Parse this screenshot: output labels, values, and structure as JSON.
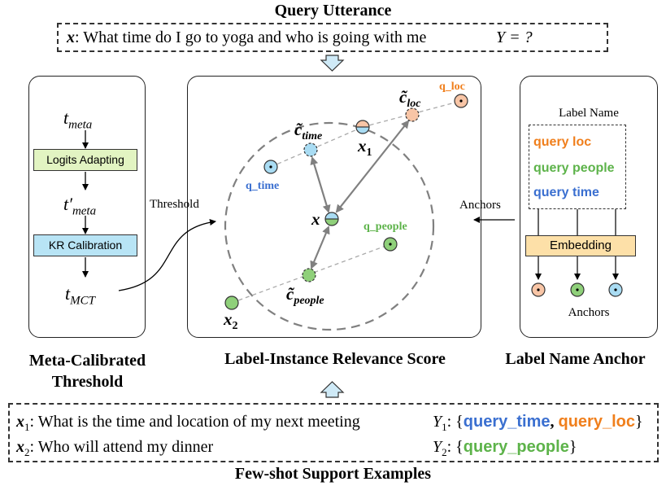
{
  "query": {
    "title": "Query Utterance",
    "x_symbol": "x",
    "text": ": What time do I go to yoga and who is going with me",
    "y_text": "Y = ?"
  },
  "left_panel": {
    "t_meta": "t",
    "t_meta_sub": "meta",
    "logits_adapting": "Logits Adapting",
    "t_meta_prime": "t′",
    "kr_calibration": "KR Calibration",
    "t_mct": "t",
    "t_mct_sub": "MCT",
    "caption_line1": "Meta-Calibrated",
    "caption_line2": "Threshold",
    "threshold_label": "Threshold"
  },
  "center_panel": {
    "caption": "Label-Instance Relevance Score",
    "labels": {
      "c_loc": "c̃",
      "c_loc_sub": "loc",
      "q_loc": "q_loc",
      "c_time": "c̃",
      "c_time_sub": "time",
      "q_time": "q_time",
      "x1": "x",
      "x1_sub": "1",
      "x": "x",
      "q_people": "q_people",
      "c_people": "c̃",
      "c_people_sub": "people",
      "x2": "x",
      "x2_sub": "2"
    }
  },
  "right_panel": {
    "caption": "Label Name Anchor",
    "label_name_title": "Label Name",
    "items": [
      "query loc",
      "query people",
      "query time"
    ],
    "embedding": "Embedding",
    "anchors_bottom": "Anchors",
    "anchors_side": "Anchors"
  },
  "support": {
    "title": "Few-shot Support Examples",
    "rows": [
      {
        "x": "x",
        "sub": "1",
        "text": ": What is the time and location of my next meeting",
        "y": "Y",
        "ysub": "1",
        "colon": ": {",
        "labels": [
          {
            "text": "query_time",
            "color": "blue"
          },
          {
            "text": ", ",
            "color": "black"
          },
          {
            "text": "query_loc",
            "color": "orange"
          }
        ],
        "close": "}"
      },
      {
        "x": "x",
        "sub": "2",
        "text": ": Who will attend my dinner",
        "y": "Y",
        "ysub": "2",
        "colon": ": {",
        "labels": [
          {
            "text": "query_people",
            "color": "green"
          }
        ],
        "close": "}"
      }
    ]
  },
  "colors": {
    "orange": "#f07f1c",
    "green": "#5db34a",
    "blue": "#3a6fd0",
    "loc_fill": "#f8c5a6",
    "people_fill": "#8fd07a",
    "time_fill": "#a9dcf3",
    "logits_fill": "#e2f4c2",
    "kr_fill": "#b8e4f5",
    "embedding_fill": "#fde0a8",
    "arrow_fill": "#cfeaf7"
  }
}
